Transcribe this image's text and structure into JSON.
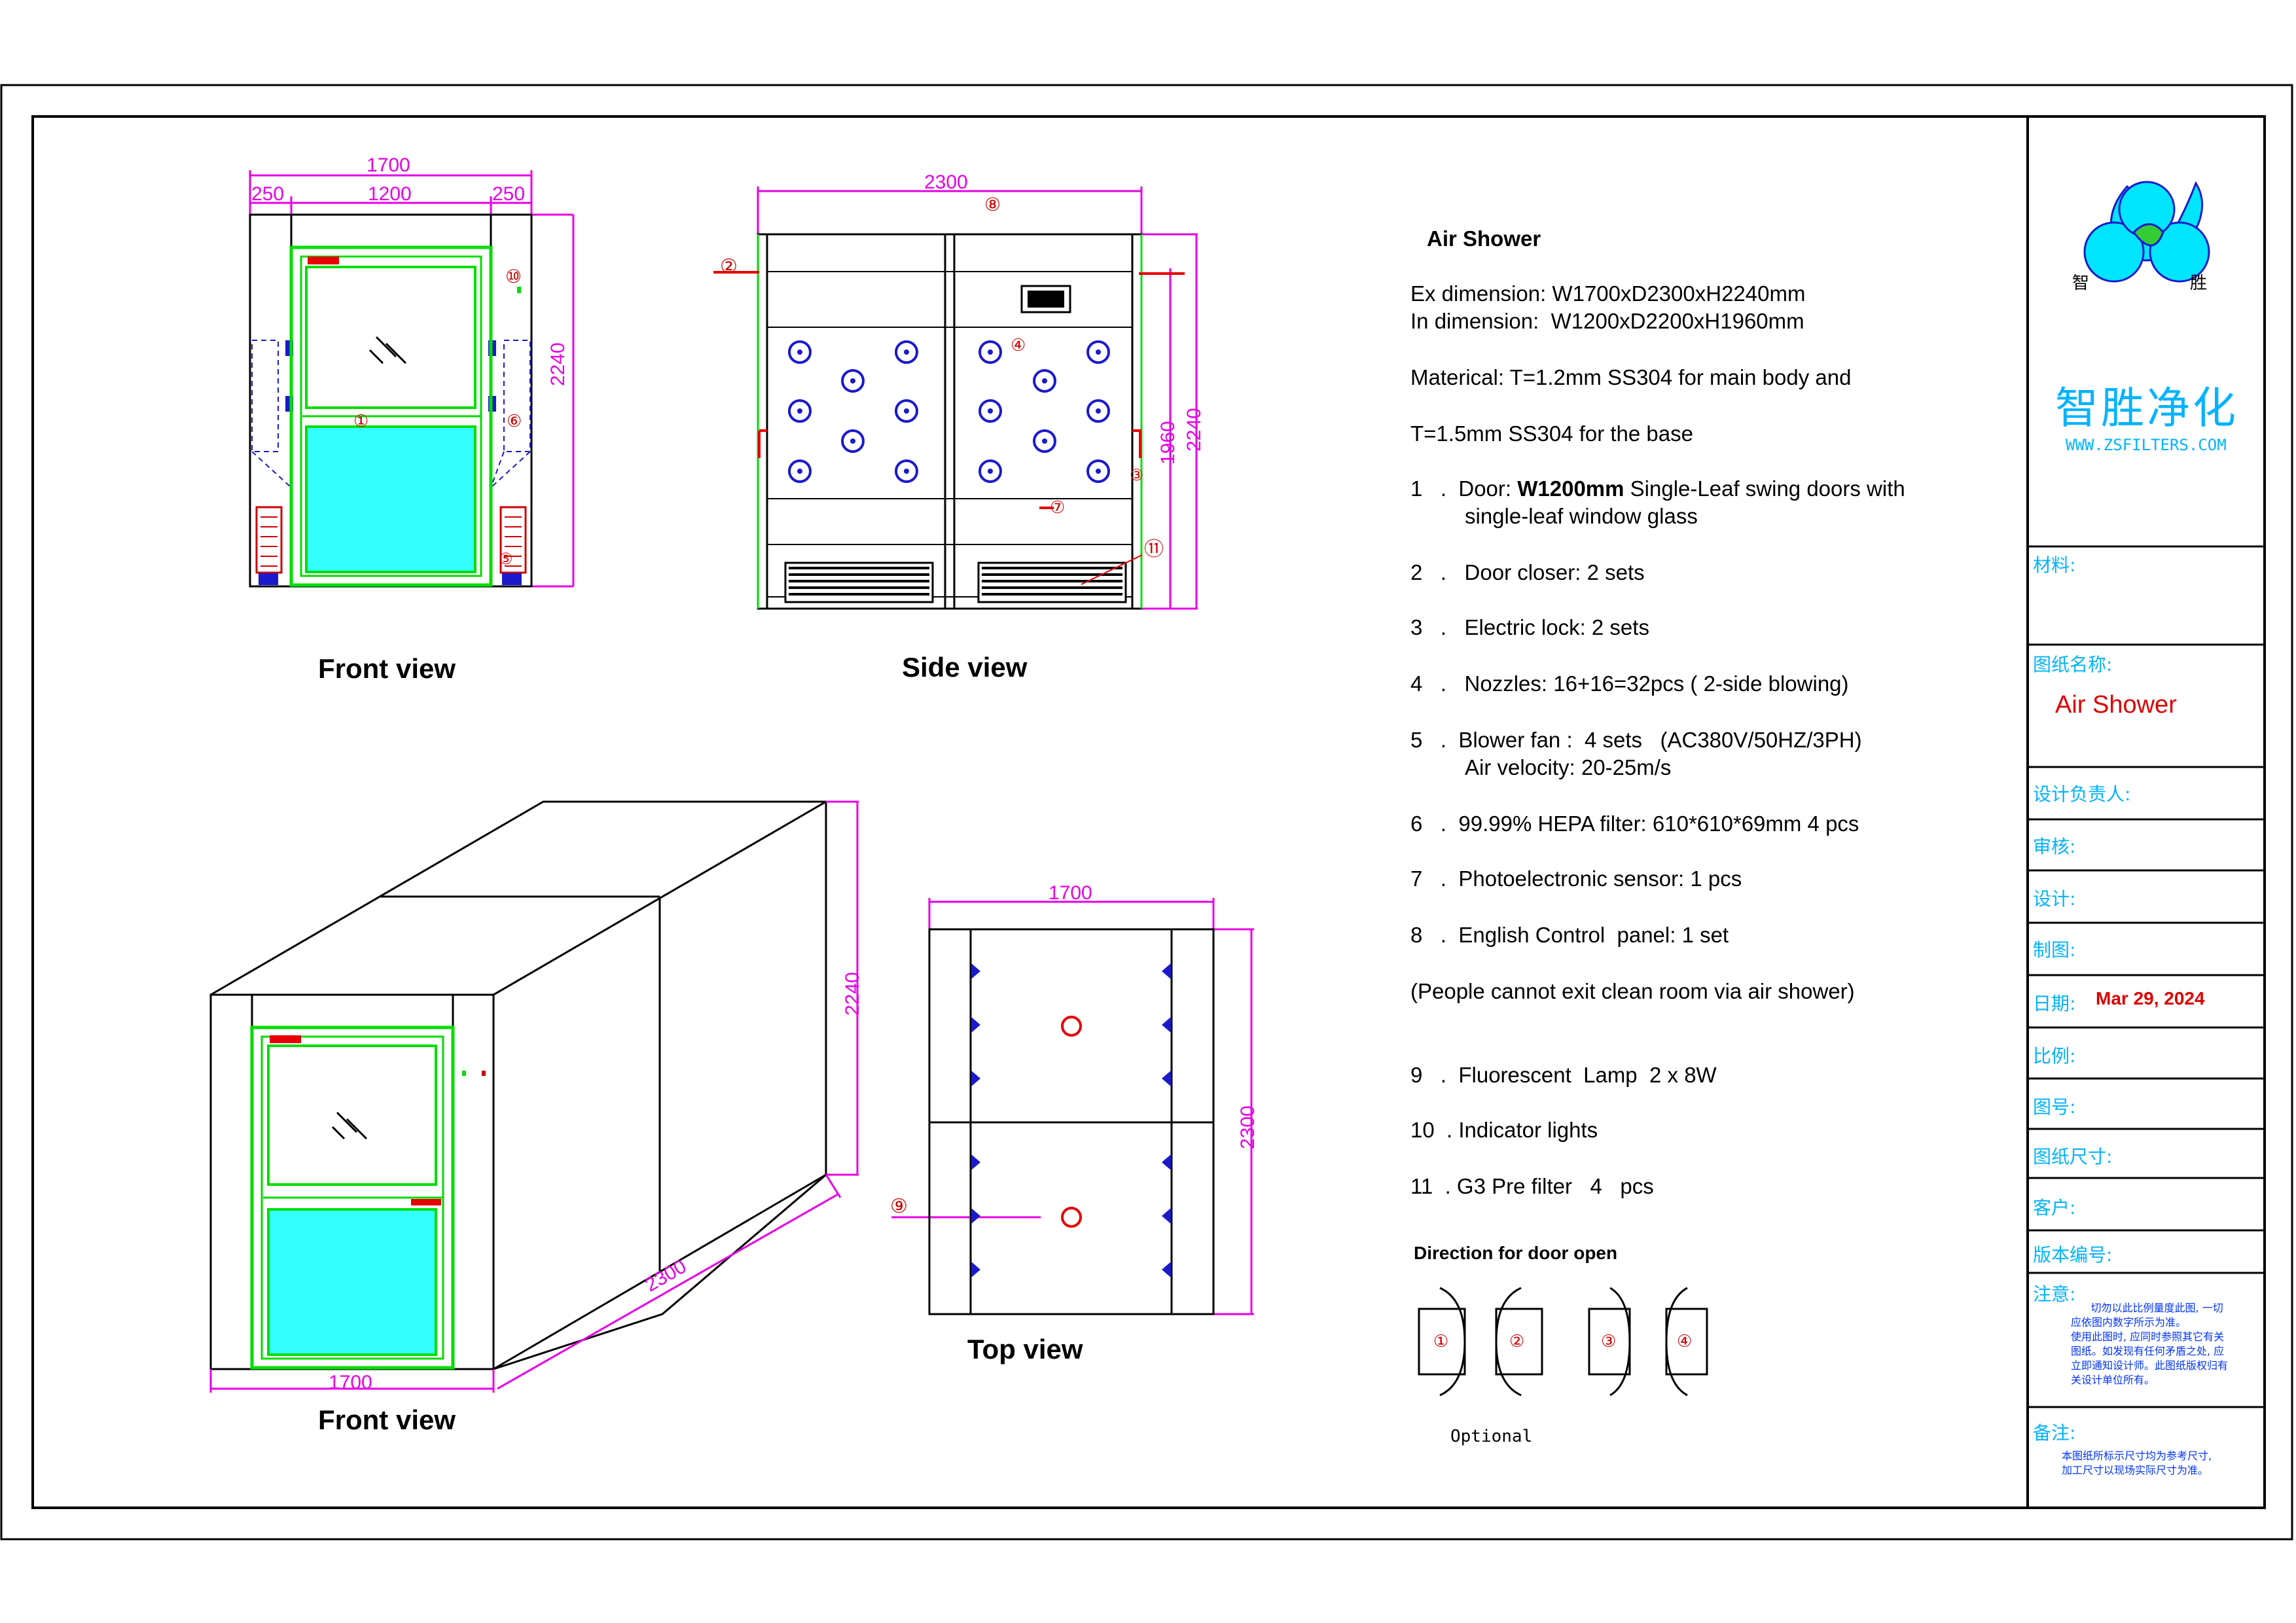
{
  "views": {
    "front_view_label": "Front view",
    "side_view_label": "Side view",
    "iso_view_label": "Front view",
    "top_view_label": "Top view"
  },
  "front_dims": {
    "total_width": "1700",
    "left": "250",
    "door": "1200",
    "right": "250",
    "height": "2240"
  },
  "side_dims": {
    "depth": "2300",
    "inner_height": "1960",
    "height": "2240"
  },
  "iso_dims": {
    "height": "2240",
    "depth": "2300",
    "width": "1700"
  },
  "top_dims": {
    "width": "1700",
    "depth": "2300"
  },
  "callouts": {
    "c1": "①",
    "c2": "②",
    "c3": "③",
    "c4": "④",
    "c5": "⑤",
    "c6": "⑥",
    "c7": "⑦",
    "c8": "⑧",
    "c9": "⑨",
    "c10": "⑩",
    "c11": "⑪"
  },
  "spec": {
    "title": "Air Shower",
    "ex_dim": "Ex dimension: W1700xD2300xH2240mm",
    "in_dim": "In dimension:  W1200xD2200xH1960mm",
    "material1": "Materical: T=1.2mm SS304 for main body and",
    "material2": "T=1.5mm SS304 for the base",
    "item1_num": "1   .",
    "item1_pre": "Door: ",
    "item1_bold": "W1200mm",
    "item1_post": " Single-Leaf swing doors with",
    "item1_line2": "single-leaf window glass",
    "item2": "2   .   Door closer: 2 sets",
    "item3": "3   .   Electric lock: 2 sets",
    "item4": "4   .   Nozzles: 16+16=32pcs ( 2-side blowing)",
    "item5": "5   .  Blower fan :  4 sets   (AC380V/50HZ/3PH)",
    "item5_line2": "Air velocity: 20-25m/s",
    "item6": "6   .  99.99% HEPA filter: 610*610*69mm 4 pcs",
    "item7": "7   .  Photoelectronic sensor: 1 pcs",
    "item8": "8   .  English Control  panel: 1 set",
    "note": "(People cannot exit clean room via air shower)",
    "item9": "9   .  Fluorescent  Lamp  2 x 8W",
    "item10": "10  . Indicator lights",
    "item11": "11  . G3 Pre filter   4   pcs",
    "door_dir_title": "Direction for door open",
    "optional": "Optional"
  },
  "title_block": {
    "logo_left": "智",
    "logo_right": "胜",
    "company": "智胜净化",
    "website": "WWW.ZSFILTERS.COM",
    "material_label": "材料:",
    "drawing_name_label": "图纸名称:",
    "drawing_name": "Air Shower",
    "designer_lead_label": "设计负责人:",
    "review_label": "审核:",
    "design_label": "设计:",
    "draft_label": "制图:",
    "date_label": "日期:",
    "date": "Mar 29, 2024",
    "scale_label": "比例:",
    "drawing_no_label": "图号:",
    "size_label": "图纸尺寸:",
    "client_label": "客户:",
    "version_label": "版本编号:",
    "notice_label": "注意:",
    "notice_text": "      切勿以此比例量度此图, 一切\n应依图内数字所示为准。\n使用此图时, 应同时参照其它有关\n图纸。如发现有任何矛盾之处, 应\n立即通知设计师。此图纸版权归有\n关设计单位所有。",
    "remark_label": "备注:",
    "remark_text": "本图纸所标示尺寸均为参考尺寸,\n加工尺寸以现场实际尺寸为准。"
  },
  "colors": {
    "outline": "#000000",
    "dimension": "#e600e6",
    "door_frame": "#00dd00",
    "glass_fill": "#33ffff",
    "callout": "#cc0000",
    "nozzle": "#1a1acc",
    "brand_cyan": "#00b3ff",
    "red_text": "#dd0000"
  }
}
